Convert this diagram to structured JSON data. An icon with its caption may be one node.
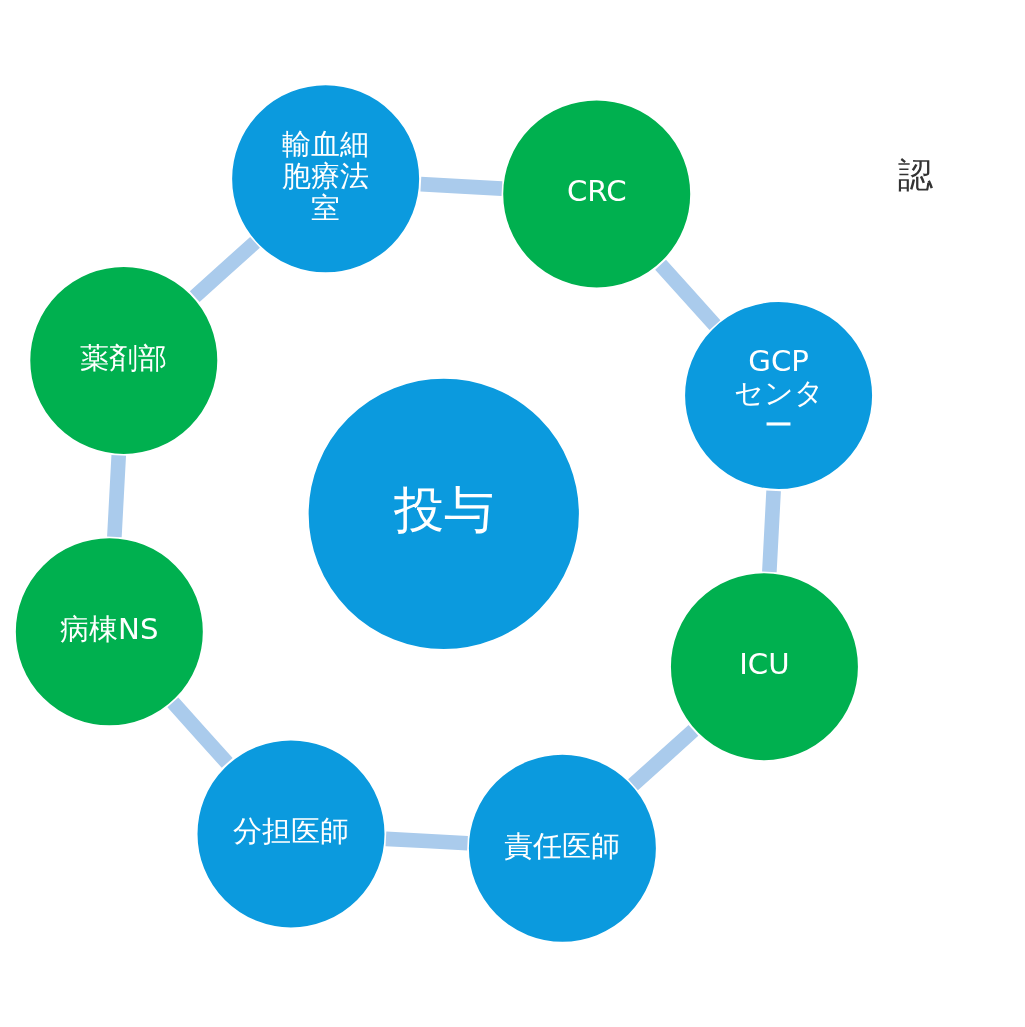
{
  "diagram": {
    "nodes": [
      {
        "text": [
          "責任医師"
        ]
      },
      {
        "text": [
          "ICU"
        ]
      },
      {
        "text": [
          "GCPセンター"
        ]
      },
      {
        "text": [
          "CRC"
        ]
      },
      {
        "text": [
          "輸血細胞療法室"
        ]
      },
      {
        "text": [
          "薬剤部"
        ]
      },
      {
        "text": [
          "病棟NS"
        ]
      },
      {
        "text": [
          "分担医師"
        ]
      },
      {
        "text": [
          "投与"
        ]
      }
    ],
    "edges": [
      {
        "from": 0,
        "to": 1,
        "arrow": "none"
      },
      {
        "from": 1,
        "to": 2,
        "arrow": "none"
      },
      {
        "from": 2,
        "to": 3,
        "arrow": "none"
      },
      {
        "from": 3,
        "to": 4,
        "arrow": "none"
      },
      {
        "from": 4,
        "to": 5,
        "arrow": "none"
      },
      {
        "from": 5,
        "to": 6,
        "arrow": "none"
      },
      {
        "from": 6,
        "to": 7,
        "arrow": "none"
      },
      {
        "from": 7,
        "to": 0,
        "arrow": "none"
      }
    ],
    "labels": [
      "認"
    ]
  }
}
